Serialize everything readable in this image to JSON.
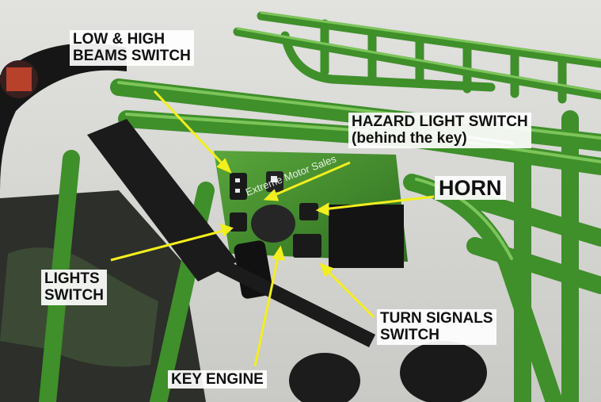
{
  "labels": {
    "beams": [
      "LOW & HIGH",
      "BEAMS SWITCH"
    ],
    "hazard": [
      "HAZARD LIGHT SWITCH",
      "(behind the key)"
    ],
    "horn": [
      "HORN"
    ],
    "lights": [
      "LIGHTS",
      "SWITCH"
    ],
    "turn": [
      "TURN SIGNALS",
      "SWITCH"
    ],
    "key": [
      "KEY ENGINE"
    ]
  },
  "watermark": "Extreme Motor Sales",
  "colors": {
    "frame_green": "#3f8f2a",
    "frame_highlight": "#7cc55a",
    "arrow_yellow": "#f2ef1e",
    "background": "#d9d9d7"
  }
}
